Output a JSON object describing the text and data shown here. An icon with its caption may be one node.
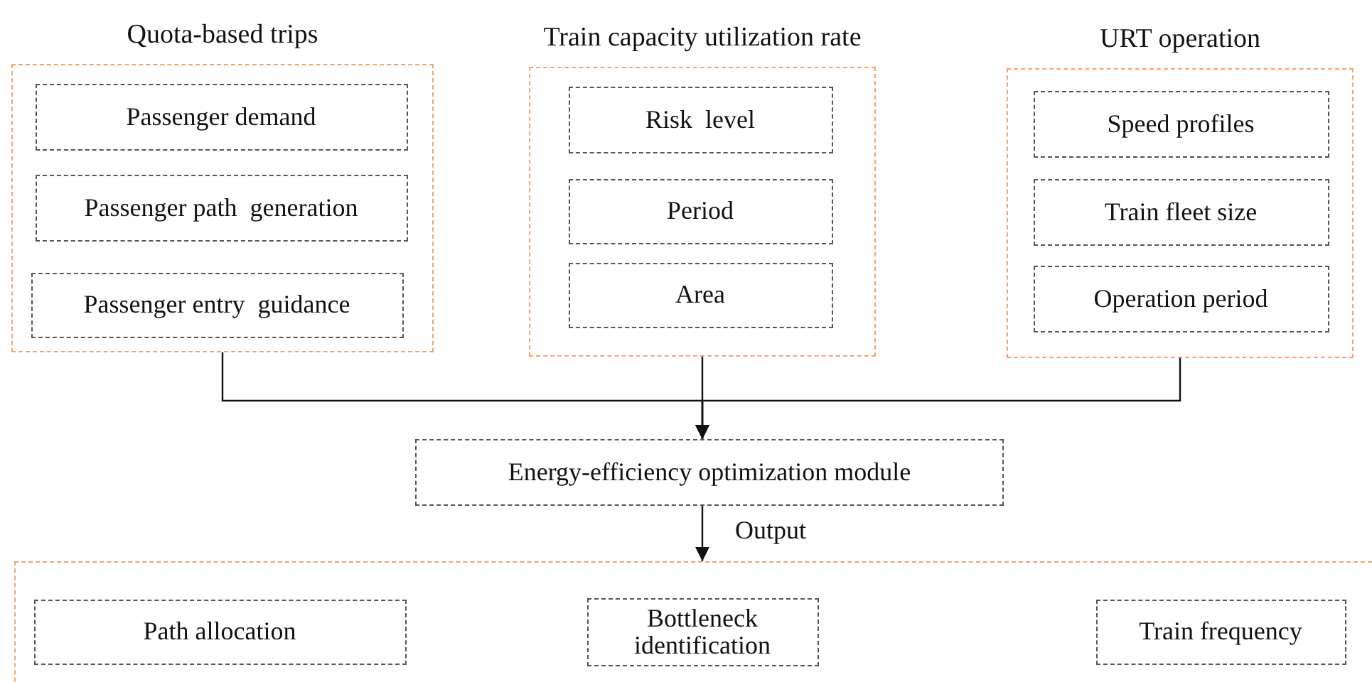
{
  "diagram": {
    "nodes": [
      {
        "text": [
          "Quota-based trips"
        ]
      },
      {
        "text": [
          "Passenger demand"
        ],
        "in": 0
      },
      {
        "text": [
          "Passenger path  generation"
        ],
        "in": 0
      },
      {
        "text": [
          "Passenger entry  guidance"
        ],
        "in": 0
      },
      {
        "text": [
          "Train capacity utilization rate"
        ]
      },
      {
        "text": [
          "Risk  level"
        ],
        "in": 4
      },
      {
        "text": [
          "Period"
        ],
        "in": 4
      },
      {
        "text": [
          "Area"
        ],
        "in": 4
      },
      {
        "text": [
          "URT operation"
        ]
      },
      {
        "text": [
          "Speed profiles"
        ],
        "in": 8
      },
      {
        "text": [
          "Train fleet size"
        ],
        "in": 8
      },
      {
        "text": [
          "Operation period"
        ],
        "in": 8
      },
      {
        "text": [
          "Energy-efficiency optimization module"
        ]
      },
      {
        "text": [],
        "shape": "box"
      },
      {
        "text": [
          "Path allocation"
        ],
        "in": 13
      },
      {
        "text": [
          "Bottleneck identification"
        ],
        "in": 13
      },
      {
        "text": [
          "Train frequency"
        ],
        "in": 13
      }
    ],
    "edges": [
      {
        "from": 0,
        "to": 12,
        "arrow": "to"
      },
      {
        "from": 4,
        "to": 12,
        "arrow": "to"
      },
      {
        "from": 8,
        "to": 12,
        "arrow": "to"
      },
      {
        "from": 12,
        "to": 13,
        "arrow": "to",
        "label": "Output"
      }
    ]
  }
}
